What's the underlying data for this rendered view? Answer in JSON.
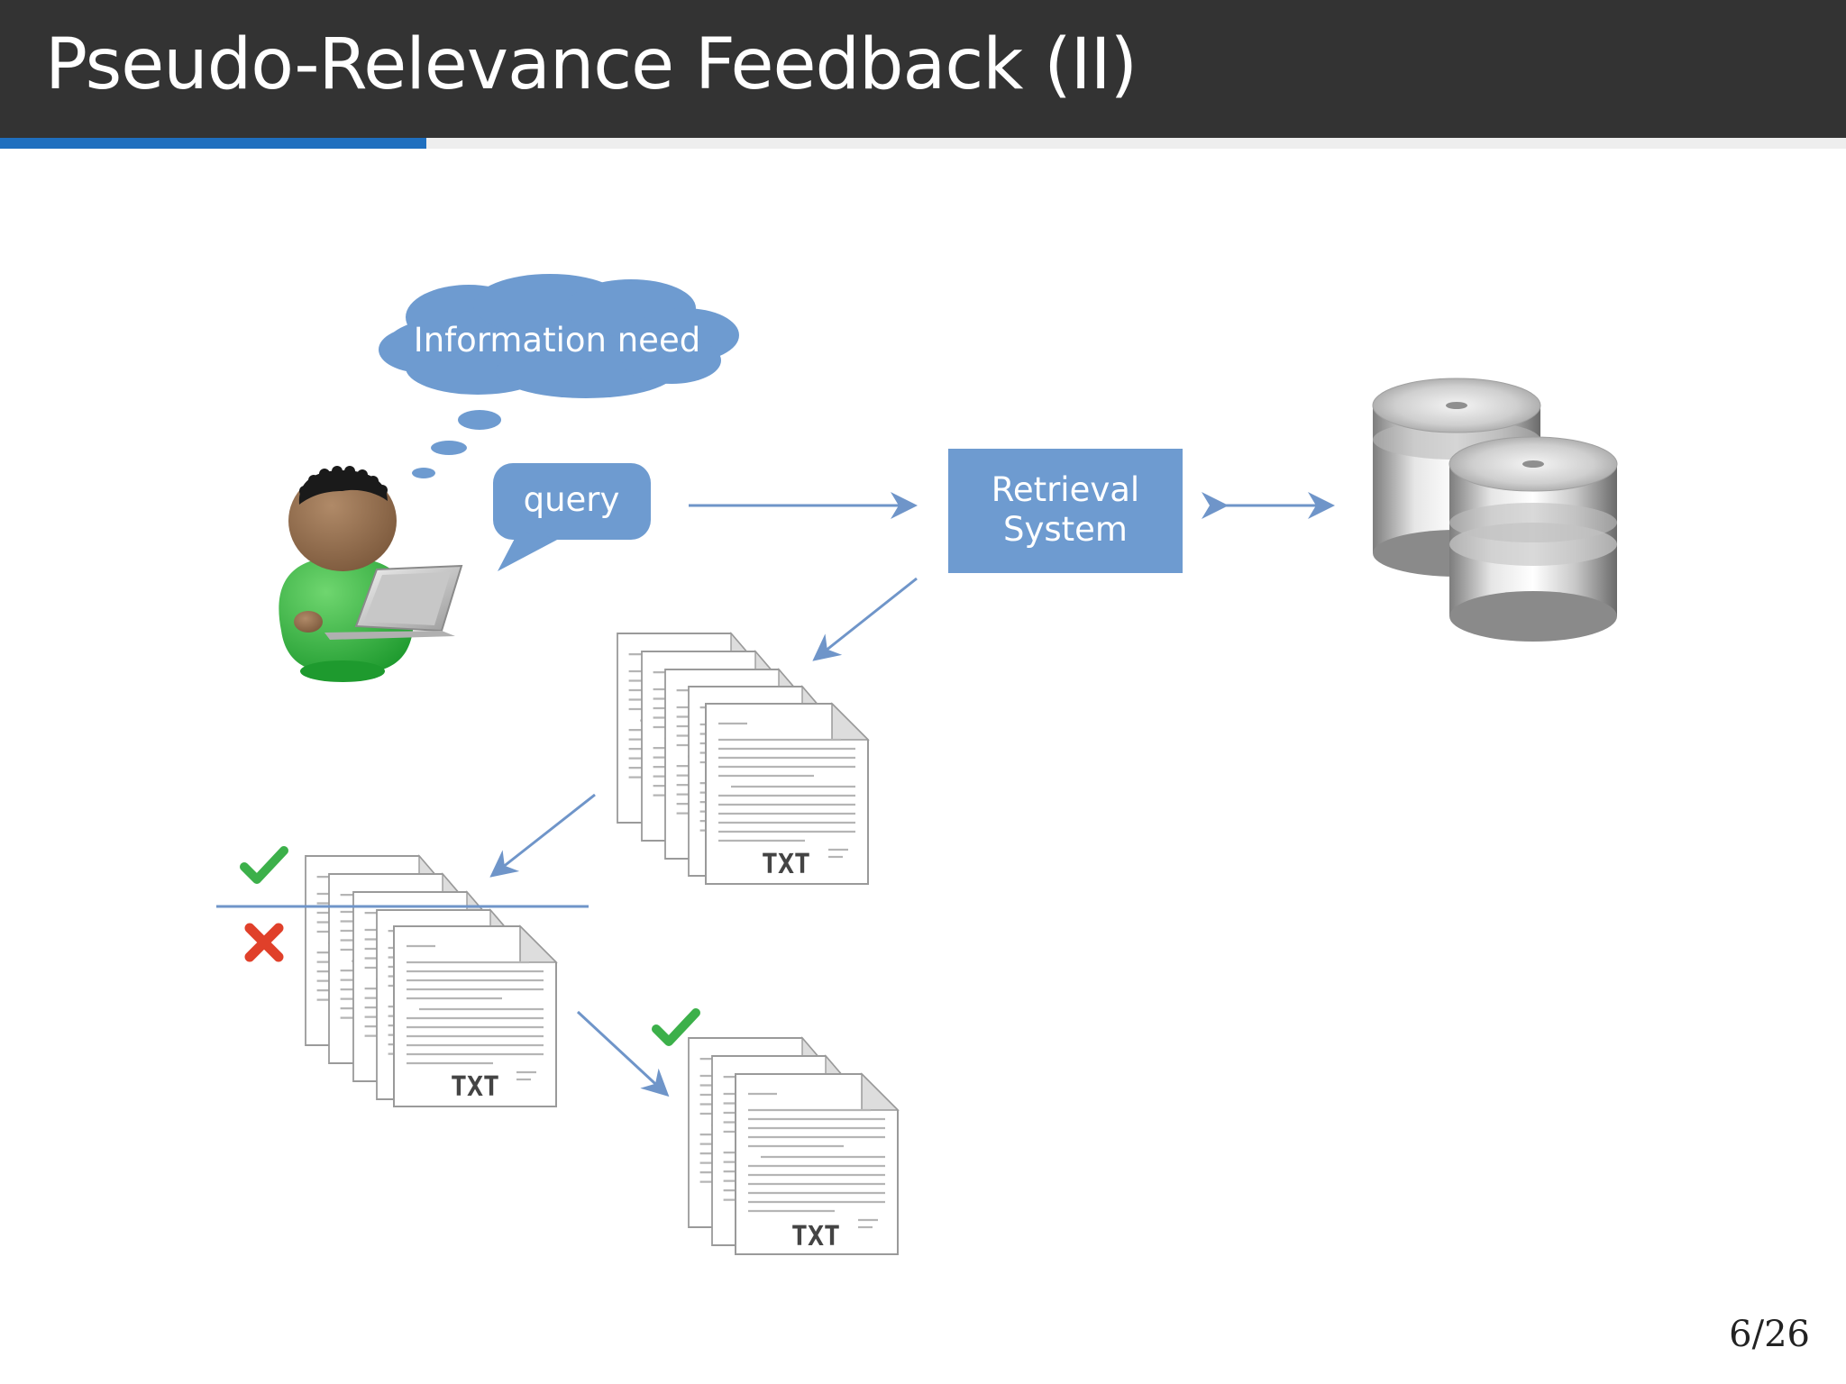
{
  "slide": {
    "title": "Pseudo-Relevance Feedback (II)",
    "page_number": "6/26",
    "progress_fraction": 0.2308
  },
  "diagram": {
    "thought_cloud": {
      "label": "Information need"
    },
    "speech_bubble": {
      "label": "query"
    },
    "retrieval_system": {
      "label_line1": "Retrieval",
      "label_line2": "System"
    },
    "document_icon_caption": "TXT",
    "icons": {
      "user": "user-with-laptop-icon",
      "database": "database-icon",
      "relevant": "green-checkmark-icon",
      "nonrelevant": "red-x-icon",
      "document": "txt-document-icon"
    }
  },
  "colors": {
    "title_bar": "#333333",
    "accent": "#1f6fbf",
    "shape_fill": "#6e9bd0",
    "arrow": "#6f95c9",
    "check": "#3cb04a",
    "cross": "#e0402a"
  }
}
